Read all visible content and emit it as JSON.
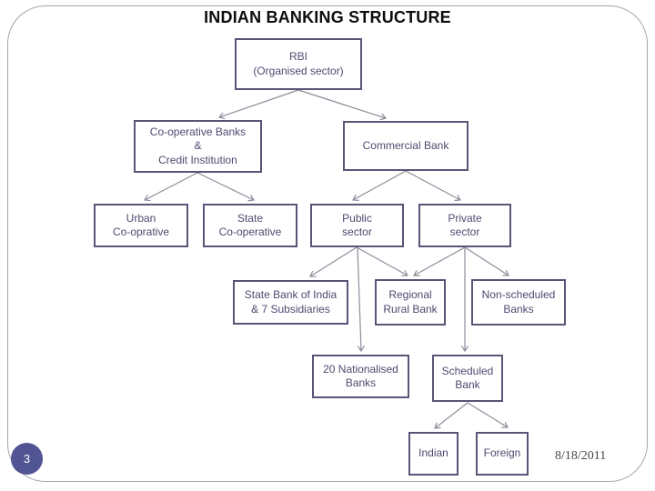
{
  "slide": {
    "title": "INDIAN BANKING STRUCTURE",
    "page_number": "3",
    "date": "8/18/2011"
  },
  "diagram": {
    "nodes": {
      "rbi": {
        "label": "RBI\n(Organised sector)"
      },
      "coop": {
        "label": "Co-operative Banks\n&\nCredit Institution"
      },
      "commercial": {
        "label": "Commercial Bank"
      },
      "urban": {
        "label": "Urban\nCo-oprative"
      },
      "state": {
        "label": "State\nCo-operative"
      },
      "public": {
        "label": "Public\nsector"
      },
      "private": {
        "label": "Private\nsector"
      },
      "sbi": {
        "label": "State Bank of India\n& 7 Subsidiaries"
      },
      "rrb": {
        "label": "Regional\nRural Bank"
      },
      "nonsched": {
        "label": "Non-scheduled\nBanks"
      },
      "nationalised": {
        "label": "20 Nationalised\nBanks"
      },
      "scheduled": {
        "label": "Scheduled\nBank"
      },
      "indian": {
        "label": "Indian"
      },
      "foreign": {
        "label": "Foreign"
      }
    },
    "edges": [
      {
        "from": "rbi",
        "to": "coop"
      },
      {
        "from": "rbi",
        "to": "commercial"
      },
      {
        "from": "coop",
        "to": "urban"
      },
      {
        "from": "coop",
        "to": "state"
      },
      {
        "from": "commercial",
        "to": "public"
      },
      {
        "from": "commercial",
        "to": "private"
      },
      {
        "from": "public",
        "to": "sbi"
      },
      {
        "from": "public",
        "to": "rrb"
      },
      {
        "from": "public",
        "to": "nationalised"
      },
      {
        "from": "private",
        "to": "rrb"
      },
      {
        "from": "private",
        "to": "nonsched"
      },
      {
        "from": "private",
        "to": "scheduled"
      },
      {
        "from": "scheduled",
        "to": "indian"
      },
      {
        "from": "scheduled",
        "to": "foreign"
      }
    ],
    "colors": {
      "box_border": "#5a5478",
      "box_text": "#4f4970",
      "arrow": "#8e8b9a",
      "frame_border": "#a6a6a6",
      "page_badge": "#515492",
      "title_text": "#0d0d0d"
    }
  }
}
